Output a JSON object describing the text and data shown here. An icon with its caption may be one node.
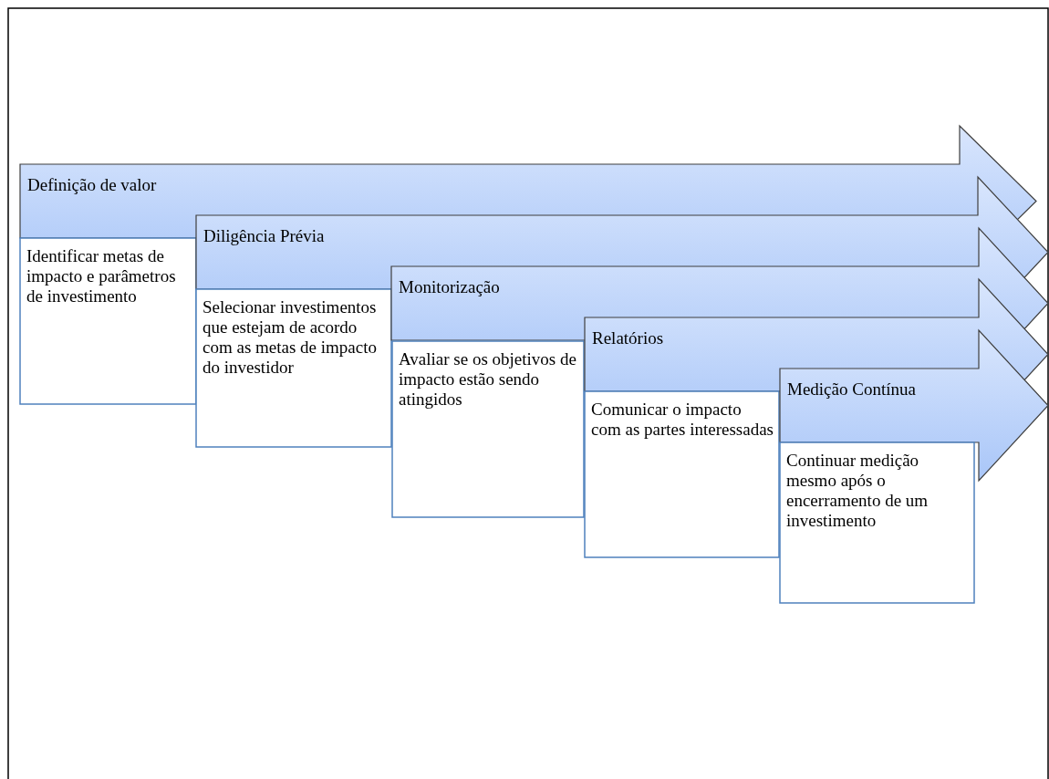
{
  "diagram": {
    "nodes": [
      {
        "text": [
          "Definição de valor"
        ]
      },
      {
        "text": [
          "Identificar metas de impacto e parâmetros de investimento"
        ]
      },
      {
        "text": [
          "Diligência Prévia"
        ]
      },
      {
        "text": [
          "Selecionar investimentos que estejam de acordo com as metas de impacto do investidor"
        ]
      },
      {
        "text": [
          "Monitorização"
        ]
      },
      {
        "text": [
          "Avaliar se os objetivos de impacto estão sendo atingidos"
        ]
      },
      {
        "text": [
          "Relatórios"
        ]
      },
      {
        "text": [
          "Comunicar o impacto com as partes interessadas"
        ]
      },
      {
        "text": [
          "Medição Contínua"
        ]
      },
      {
        "text": [
          "Continuar medição mesmo após o encerramento de um investimento"
        ]
      }
    ]
  }
}
